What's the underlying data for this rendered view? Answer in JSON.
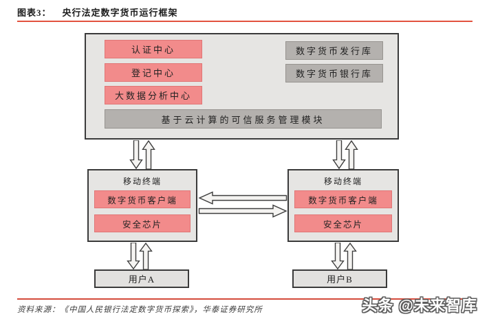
{
  "figure": {
    "label": "图表3：",
    "title": "央行法定数字货币运行框架"
  },
  "diagram": {
    "center_system": {
      "left_modules": [
        "认证中心",
        "登记中心",
        "大数据分析中心"
      ],
      "right_modules": [
        "数字货币发行库",
        "数字货币银行库"
      ],
      "bottom_module": "基于云计算的可信服务管理模块"
    },
    "terminal_a": {
      "title": "移动终端",
      "modules": [
        "数字货币客户端",
        "安全芯片"
      ]
    },
    "terminal_b": {
      "title": "移动终端",
      "modules": [
        "数字货币客户端",
        "安全芯片"
      ]
    },
    "user_a": "用户A",
    "user_b": "用户B"
  },
  "footer": {
    "source": "资料来源：《中国人民银行法定数字货币探索》，华泰证券研究所",
    "watermark": "头条 @未来智库"
  },
  "colors": {
    "pink_module": "#f28b8b",
    "gray_module": "#b4b1ae",
    "panel_gray": "#e6e5e3",
    "rule_red": "#e2523e"
  }
}
